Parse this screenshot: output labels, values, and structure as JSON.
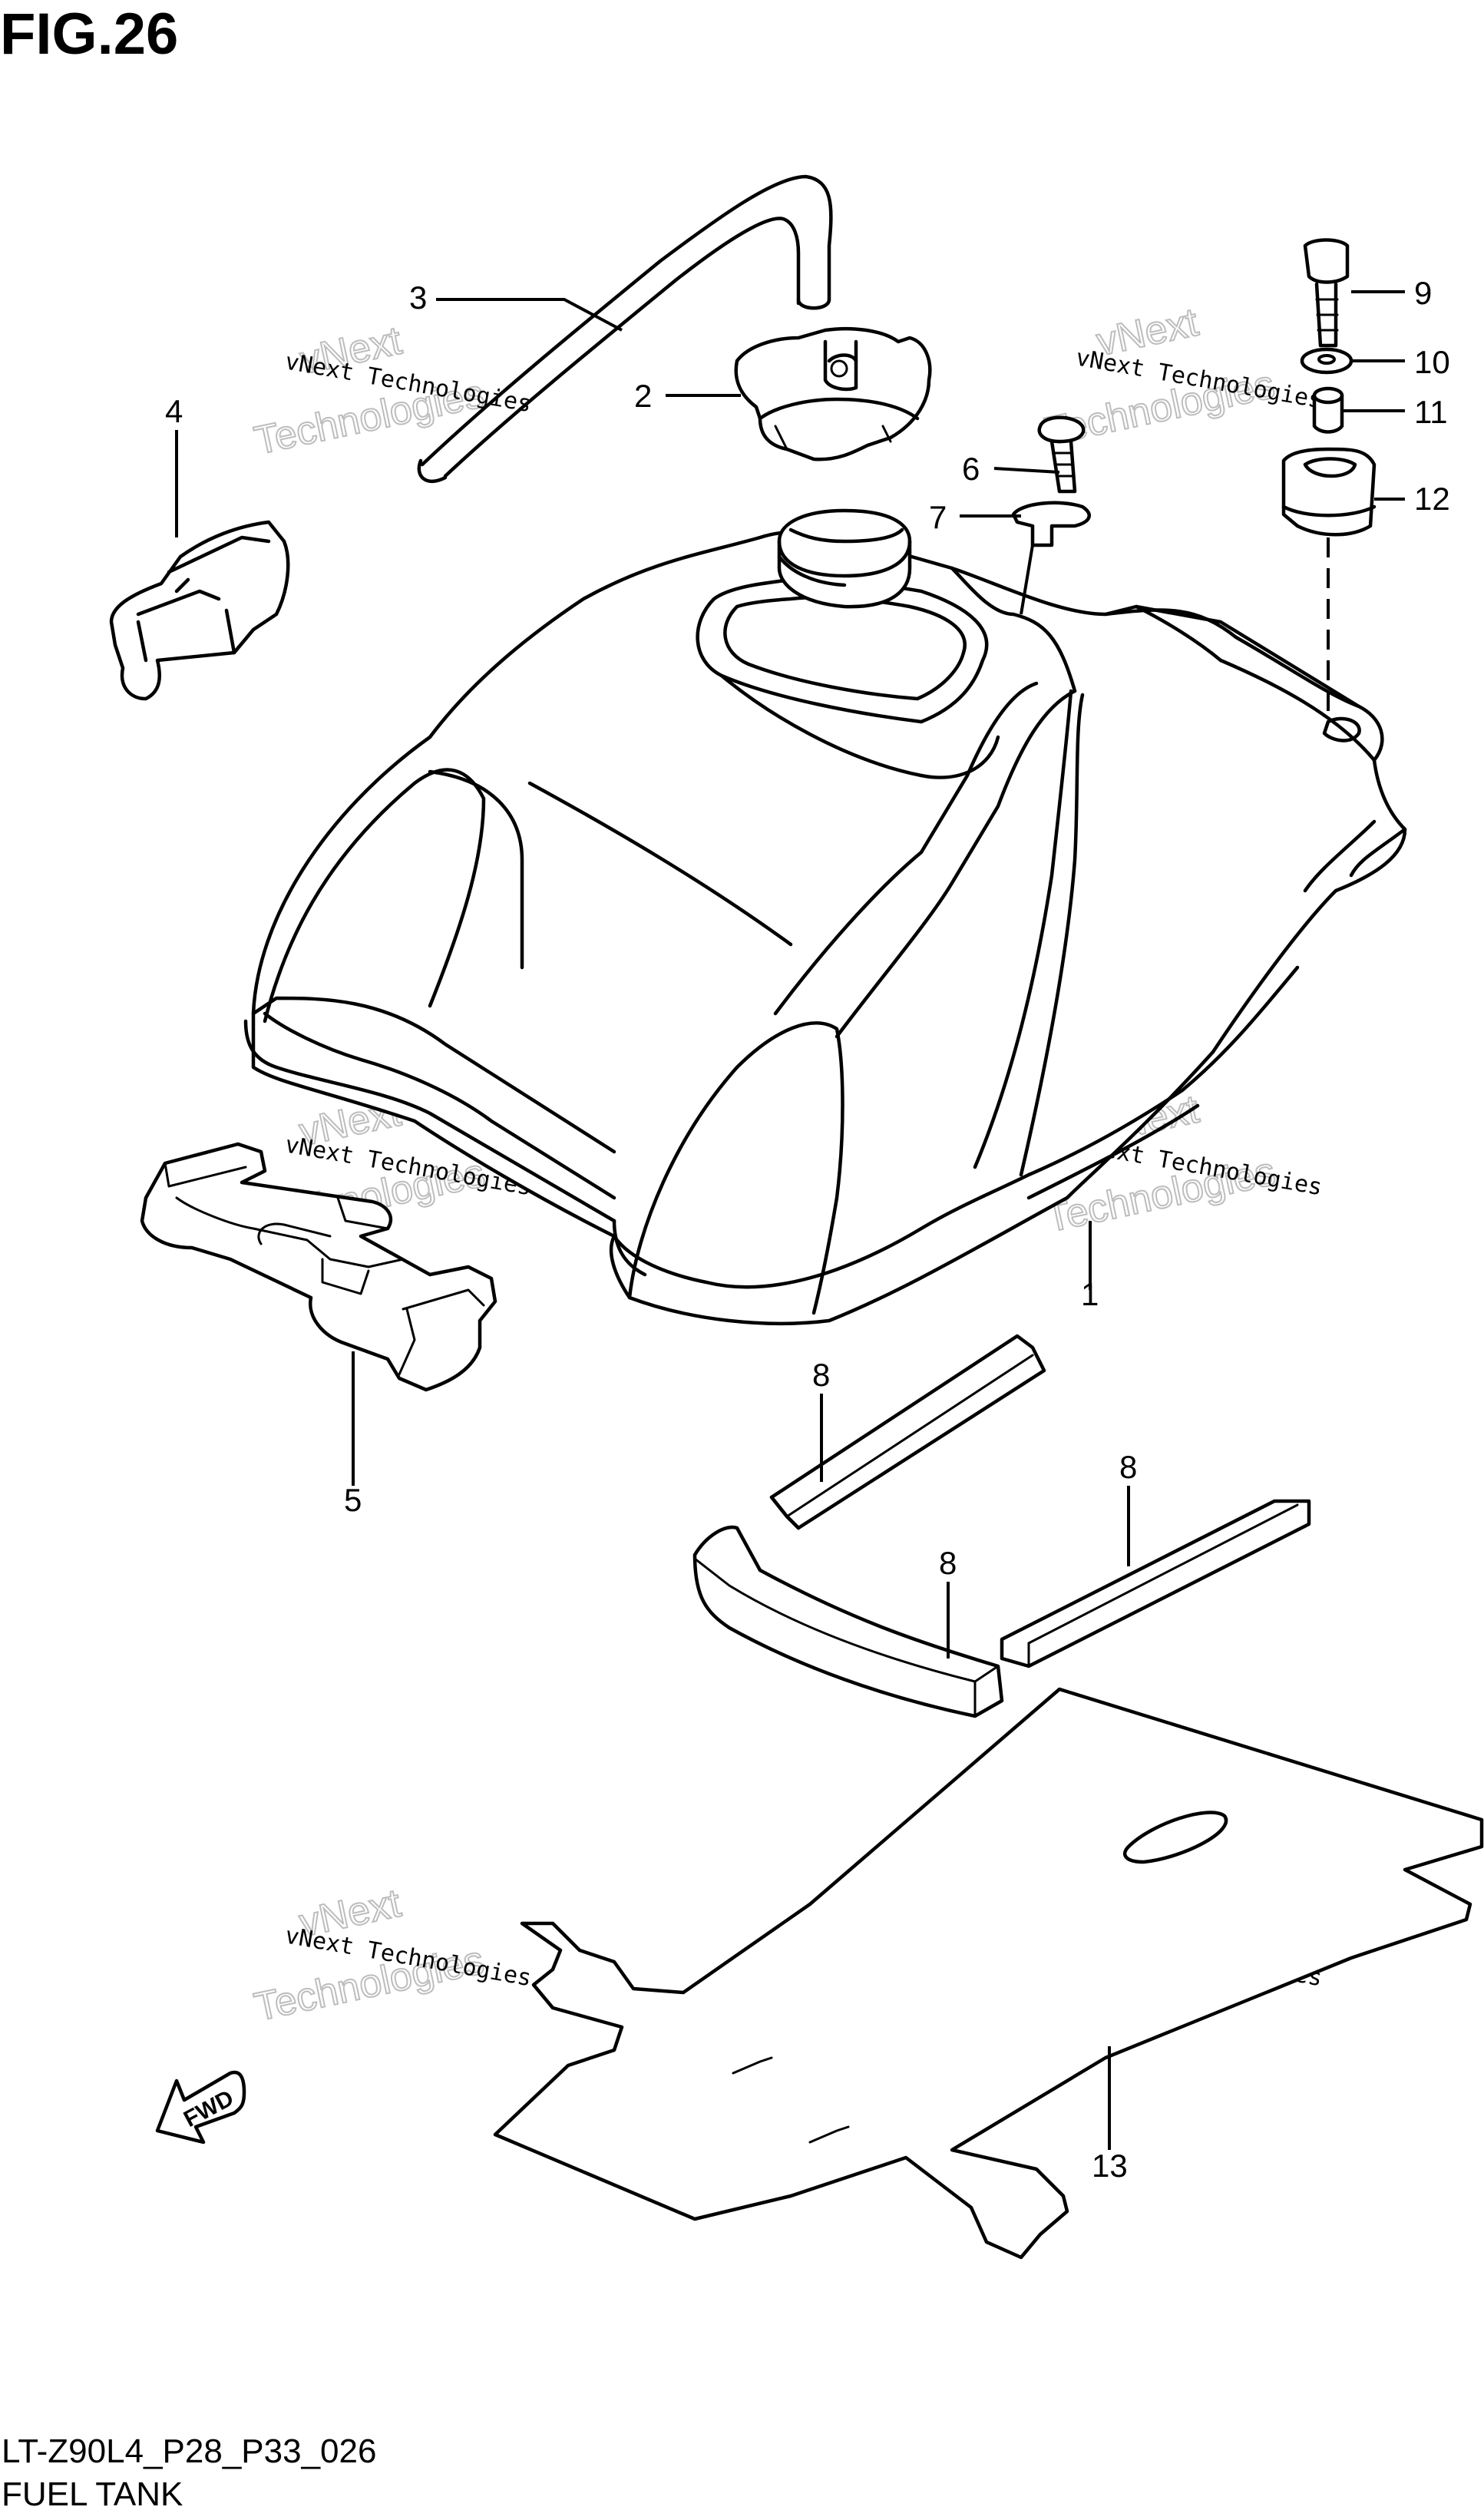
{
  "figure": {
    "title": "FIG.26",
    "code": "LT-Z90L4_P28_P33_026",
    "name": "FUEL TANK"
  },
  "watermark": {
    "line1": "vNext Technologies",
    "line2": "vNext",
    "line3": "Technologies"
  },
  "badge": {
    "fwd": "FWD"
  },
  "callouts": {
    "c1": "1",
    "c2": "2",
    "c3": "3",
    "c4": "4",
    "c5": "5",
    "c6": "6",
    "c7": "7",
    "c8a": "8",
    "c8b": "8",
    "c8c": "8",
    "c9": "9",
    "c10": "10",
    "c11": "11",
    "c12": "12",
    "c13": "13"
  }
}
